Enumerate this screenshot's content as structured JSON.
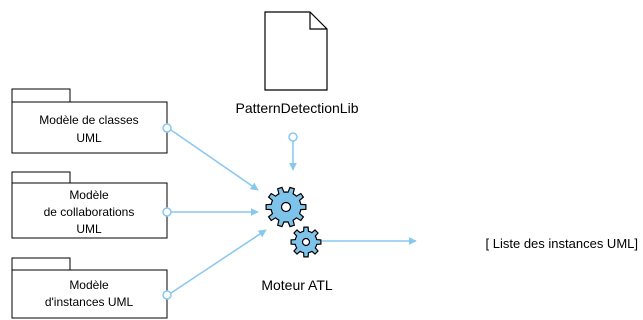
{
  "library": {
    "label": "PatternDetectionLib",
    "icon": "document-icon"
  },
  "packages": [
    {
      "lines": [
        "Modèle de classes",
        "UML"
      ]
    },
    {
      "lines": [
        "Modèle",
        "de collaborations",
        "UML"
      ]
    },
    {
      "lines": [
        "Modèle",
        "d'instances UML"
      ]
    }
  ],
  "engine": {
    "label": "Moteur ATL",
    "icon": "gears-icon"
  },
  "output": {
    "label": "[ Liste des instances UML]"
  },
  "colors": {
    "connector": "#88c8ef",
    "gear_fill": "#7ec3ea",
    "outline": "#000000"
  }
}
